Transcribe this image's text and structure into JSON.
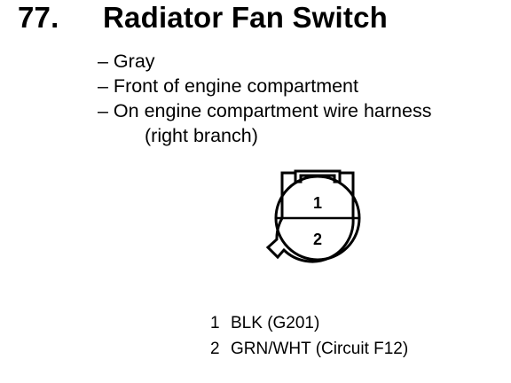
{
  "header": {
    "number": "77.",
    "title": "Radiator Fan Switch"
  },
  "description": [
    "– Gray",
    "– Front of engine compartment",
    "– On engine compartment wire harness",
    "(right branch)"
  ],
  "connector": {
    "cavities": [
      "1",
      "2"
    ]
  },
  "pinout": [
    {
      "pin": "1",
      "wire": "BLK (G201)"
    },
    {
      "pin": "2",
      "wire": "GRN/WHT (Circuit F12)"
    }
  ]
}
